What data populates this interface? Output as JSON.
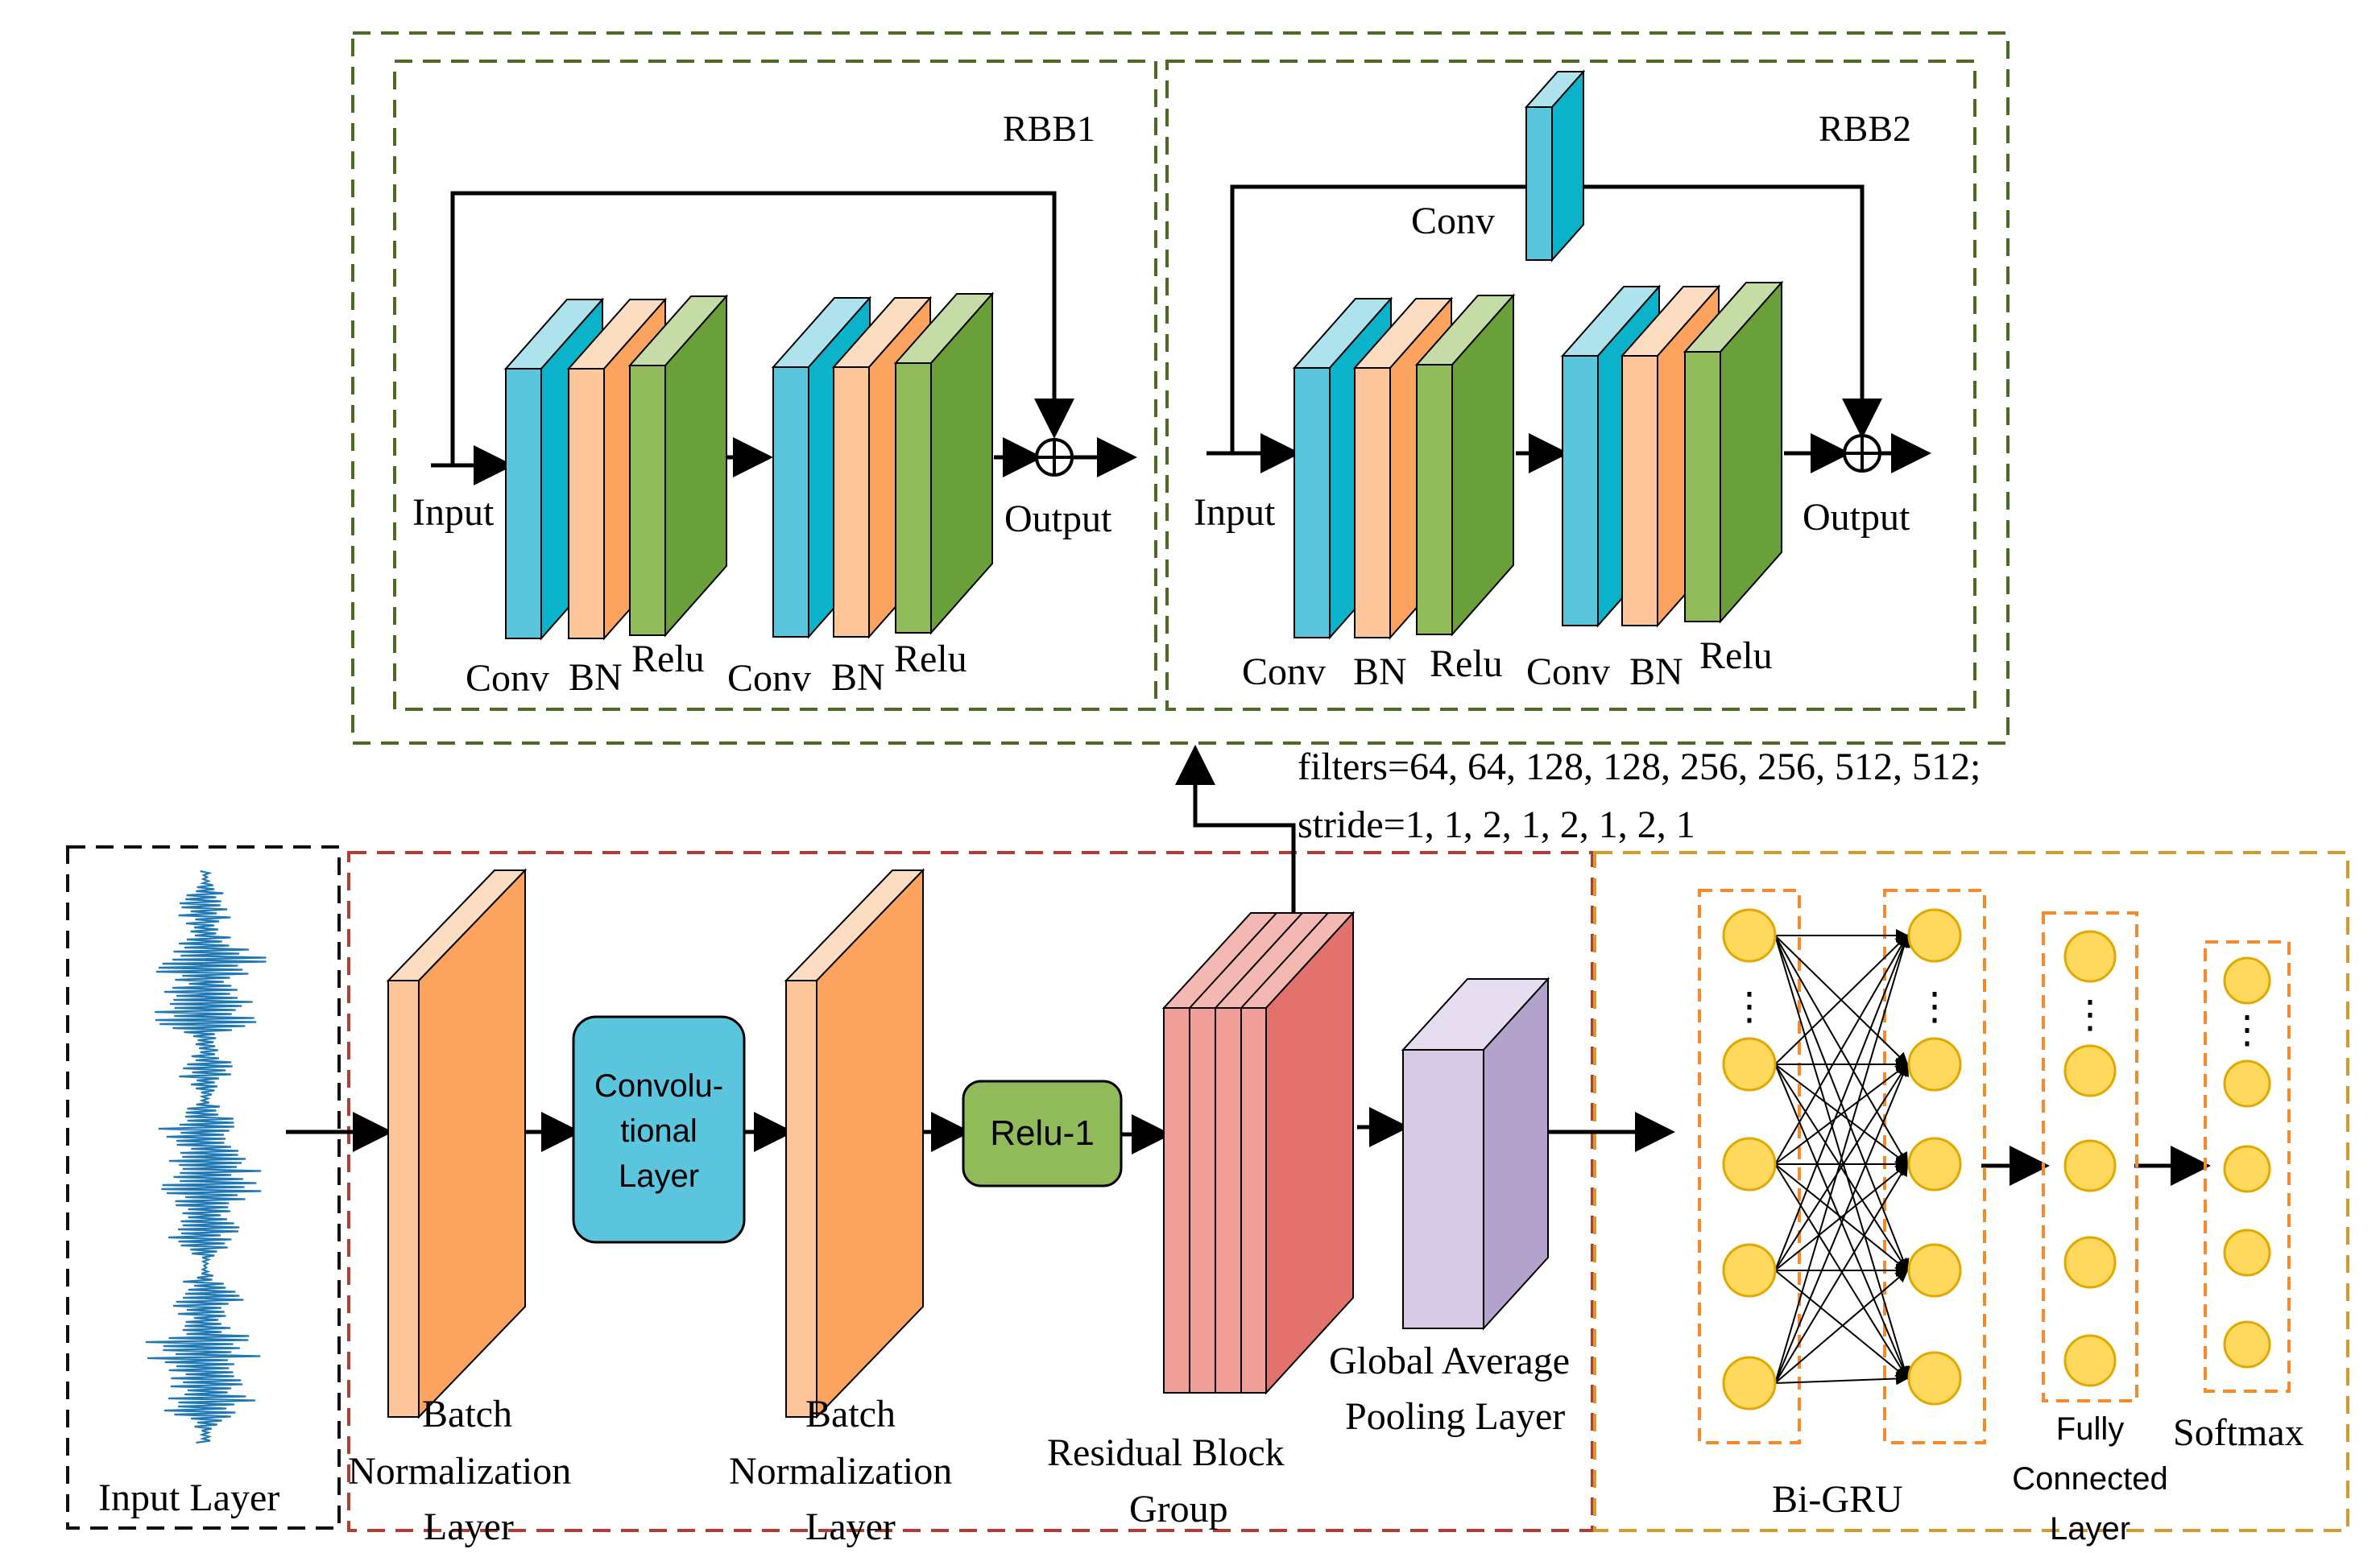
{
  "rbb1": {
    "title": "RBB1",
    "input_label": "Input",
    "output_label": "Output",
    "layer_labels": [
      "Conv",
      "BN",
      "Relu",
      "Conv",
      "BN",
      "Relu"
    ]
  },
  "rbb2": {
    "title": "RBB2",
    "shortcut_label": "Conv",
    "input_label": "Input",
    "output_label": "Output",
    "layer_labels": [
      "Conv",
      "BN",
      "Relu",
      "Conv",
      "BN",
      "Relu"
    ]
  },
  "params": {
    "filters": "filters=64, 64, 128, 128, 256, 256, 512, 512;",
    "stride": "stride=1, 1, 2, 1, 2, 1, 2, 1"
  },
  "pipeline": {
    "input_layer": "Input Layer",
    "bn1": [
      "Batch",
      "Normalization",
      "Layer"
    ],
    "conv": [
      "Convolu-",
      "tional",
      "Layer"
    ],
    "bn2": [
      "Batch",
      "Normalization",
      "Layer"
    ],
    "relu": "Relu-1",
    "residual": [
      "Residual Block",
      "Group"
    ],
    "gap": [
      "Global Average",
      "Pooling Layer"
    ],
    "bigru": "Bi-GRU",
    "fc": [
      "Fully",
      "Connected",
      "Layer"
    ],
    "softmax": "Softmax",
    "ellipsis": "⋮"
  },
  "colors": {
    "conv_front": "#5BC5DE",
    "conv_side": "#0AB3C9",
    "conv_top": "#AEE3EE",
    "bn_front": "#FDC59A",
    "bn_side": "#FBA35F",
    "bn_top": "#FDDDC2",
    "relu_front": "#91BB5B",
    "relu_side": "#6AA03A",
    "relu_top": "#C6DCA6",
    "residual_front": "#EF9E98",
    "residual_side": "#E3716C",
    "gap_front": "#D5C9E5",
    "gap_side": "#B3A2CC",
    "node_fill": "#FFD85E",
    "node_stroke": "#E0A800",
    "box_green": "#4B6B23",
    "box_red": "#B53A30",
    "box_orange": "#D49B2C",
    "group_orange": "#F58A2D",
    "signal": "#1F77B4"
  }
}
